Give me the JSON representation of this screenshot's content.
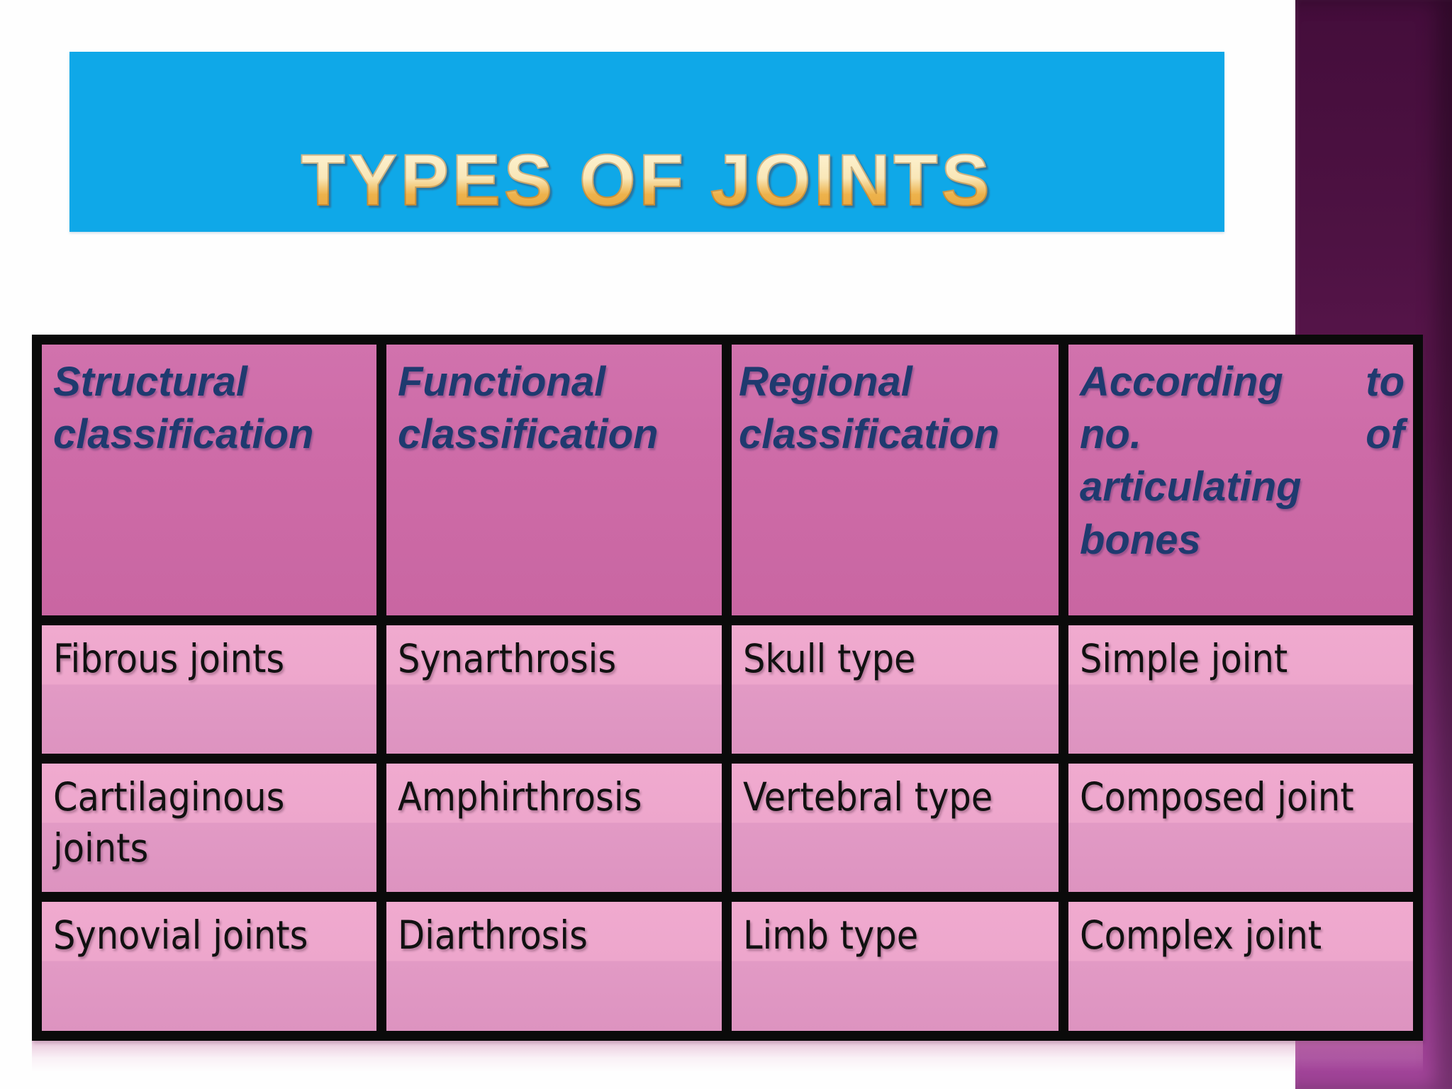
{
  "slide_title": {
    "text": "TYPES OF JOINTS"
  },
  "table": {
    "headers": [
      {
        "label": "Structural classification"
      },
      {
        "label": "Functional classification"
      },
      {
        "label": "Regional classification"
      },
      {
        "label": "According to no. of articulating bones",
        "lines": [
          [
            "According",
            "to"
          ],
          [
            "no.",
            "of"
          ],
          [
            "articulating",
            ""
          ],
          [
            "bones",
            ""
          ]
        ]
      }
    ],
    "rows": [
      {
        "cells": [
          "Fibrous joints",
          "Synarthrosis",
          "Skull type",
          "Simple joint"
        ]
      },
      {
        "cells": [
          "Cartilaginous joints",
          "Amphirthrosis",
          "Vertebral type",
          "Composed joint"
        ]
      },
      {
        "cells": [
          "Synovial joints",
          "Diarthrosis",
          "Limb type",
          "Complex joint"
        ]
      }
    ]
  },
  "colors": {
    "banner_blue": "#0fa8e8",
    "title_gold_top": "#fff7dc",
    "title_gold_bottom": "#eaa63e",
    "sidebar_purple_top": "#440d3b",
    "sidebar_purple_bottom": "#a4459b",
    "header_cell_bg": "#ce6ca8",
    "header_text_navy": "#1f3a6f",
    "data_cell_pink_top": "#f0aacf",
    "data_cell_pink_bottom": "#dd93c0",
    "table_border_black": "#0a0a0a",
    "body_text": "#111111"
  }
}
